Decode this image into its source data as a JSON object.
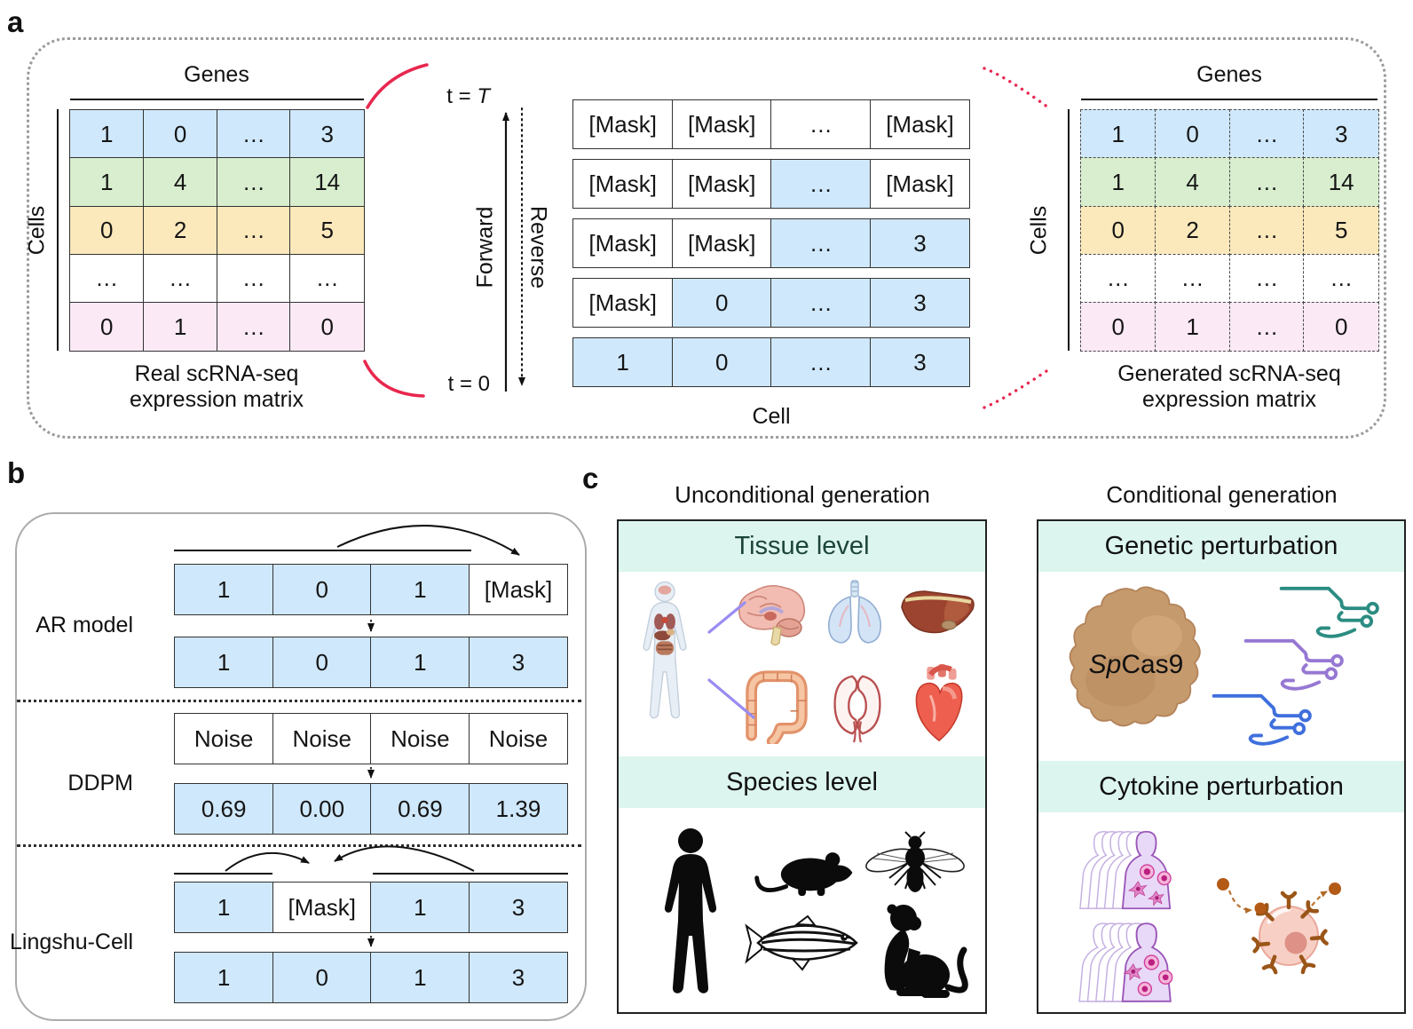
{
  "figure": {
    "panel_a": {
      "label": "a",
      "real_matrix": {
        "col_header": "Genes",
        "row_header": "Cells",
        "caption_line1": "Real scRNA-seq",
        "caption_line2": "expression matrix",
        "rows": [
          [
            {
              "t": "1",
              "c": "blue"
            },
            {
              "t": "0",
              "c": "blue"
            },
            {
              "t": "…",
              "c": "blue"
            },
            {
              "t": "3",
              "c": "blue"
            }
          ],
          [
            {
              "t": "1",
              "c": "green"
            },
            {
              "t": "4",
              "c": "green"
            },
            {
              "t": "…",
              "c": "green"
            },
            {
              "t": "14",
              "c": "green"
            }
          ],
          [
            {
              "t": "0",
              "c": "yellow"
            },
            {
              "t": "2",
              "c": "yellow"
            },
            {
              "t": "…",
              "c": "yellow"
            },
            {
              "t": "5",
              "c": "yellow"
            }
          ],
          [
            {
              "t": "…",
              "c": "white"
            },
            {
              "t": "…",
              "c": "white"
            },
            {
              "t": "…",
              "c": "white"
            },
            {
              "t": "…",
              "c": "white"
            }
          ],
          [
            {
              "t": "0",
              "c": "pink"
            },
            {
              "t": "1",
              "c": "pink"
            },
            {
              "t": "…",
              "c": "pink"
            },
            {
              "t": "0",
              "c": "pink"
            }
          ]
        ]
      },
      "diffusion": {
        "t_top_prefix": "t = ",
        "t_top_var": "T",
        "t_bottom": "t = 0",
        "forward_label": "Forward",
        "reverse_label": "Reverse",
        "caption": "Cell",
        "strips": [
          [
            {
              "t": "[Mask]",
              "c": "white"
            },
            {
              "t": "[Mask]",
              "c": "white"
            },
            {
              "t": "…",
              "c": "white"
            },
            {
              "t": "[Mask]",
              "c": "white"
            }
          ],
          [
            {
              "t": "[Mask]",
              "c": "white"
            },
            {
              "t": "[Mask]",
              "c": "white"
            },
            {
              "t": "…",
              "c": "blue"
            },
            {
              "t": "[Mask]",
              "c": "white"
            }
          ],
          [
            {
              "t": "[Mask]",
              "c": "white"
            },
            {
              "t": "[Mask]",
              "c": "white"
            },
            {
              "t": "…",
              "c": "blue"
            },
            {
              "t": "3",
              "c": "blue"
            }
          ],
          [
            {
              "t": "[Mask]",
              "c": "white"
            },
            {
              "t": "0",
              "c": "blue"
            },
            {
              "t": "…",
              "c": "blue"
            },
            {
              "t": "3",
              "c": "blue"
            }
          ],
          [
            {
              "t": "1",
              "c": "blue"
            },
            {
              "t": "0",
              "c": "blue"
            },
            {
              "t": "…",
              "c": "blue"
            },
            {
              "t": "3",
              "c": "blue"
            }
          ]
        ]
      },
      "generated_matrix": {
        "col_header": "Genes",
        "row_header": "Cells",
        "caption_line1": "Generated scRNA-seq",
        "caption_line2": "expression matrix",
        "rows": [
          [
            {
              "t": "1",
              "c": "blue"
            },
            {
              "t": "0",
              "c": "blue"
            },
            {
              "t": "…",
              "c": "blue"
            },
            {
              "t": "3",
              "c": "blue"
            }
          ],
          [
            {
              "t": "1",
              "c": "green"
            },
            {
              "t": "4",
              "c": "green"
            },
            {
              "t": "…",
              "c": "green"
            },
            {
              "t": "14",
              "c": "green"
            }
          ],
          [
            {
              "t": "0",
              "c": "yellow"
            },
            {
              "t": "2",
              "c": "yellow"
            },
            {
              "t": "…",
              "c": "yellow"
            },
            {
              "t": "5",
              "c": "yellow"
            }
          ],
          [
            {
              "t": "…",
              "c": "white"
            },
            {
              "t": "…",
              "c": "white"
            },
            {
              "t": "…",
              "c": "white"
            },
            {
              "t": "…",
              "c": "white"
            }
          ],
          [
            {
              "t": "0",
              "c": "pink"
            },
            {
              "t": "1",
              "c": "pink"
            },
            {
              "t": "…",
              "c": "pink"
            },
            {
              "t": "0",
              "c": "pink"
            }
          ]
        ]
      }
    },
    "panel_b": {
      "label": "b",
      "sections": [
        {
          "name": "AR model",
          "top": [
            [
              {
                "t": "1",
                "c": "blue"
              },
              {
                "t": "0",
                "c": "blue"
              },
              {
                "t": "1",
                "c": "blue"
              },
              {
                "t": "[Mask]",
                "c": "white"
              }
            ]
          ],
          "bottom": [
            [
              {
                "t": "1",
                "c": "blue"
              },
              {
                "t": "0",
                "c": "blue"
              },
              {
                "t": "1",
                "c": "blue"
              },
              {
                "t": "3",
                "c": "blue"
              }
            ]
          ]
        },
        {
          "name": "DDPM",
          "top": [
            [
              {
                "t": "Noise",
                "c": "white"
              },
              {
                "t": "Noise",
                "c": "white"
              },
              {
                "t": "Noise",
                "c": "white"
              },
              {
                "t": "Noise",
                "c": "white"
              }
            ]
          ],
          "bottom": [
            [
              {
                "t": "0.69",
                "c": "blue"
              },
              {
                "t": "0.00",
                "c": "blue"
              },
              {
                "t": "0.69",
                "c": "blue"
              },
              {
                "t": "1.39",
                "c": "blue"
              }
            ]
          ]
        },
        {
          "name": "Lingshu-Cell",
          "top": [
            [
              {
                "t": "1",
                "c": "blue"
              },
              {
                "t": "[Mask]",
                "c": "white"
              },
              {
                "t": "1",
                "c": "blue"
              },
              {
                "t": "3",
                "c": "blue"
              }
            ]
          ],
          "bottom": [
            [
              {
                "t": "1",
                "c": "blue"
              },
              {
                "t": "0",
                "c": "blue"
              },
              {
                "t": "1",
                "c": "blue"
              },
              {
                "t": "3",
                "c": "blue"
              }
            ]
          ]
        }
      ]
    },
    "panel_c": {
      "label": "c",
      "unconditional": {
        "title": "Unconditional generation",
        "tissue_header": "Tissue level",
        "species_header": "Species level",
        "tissue_icons": [
          "human-body",
          "brain",
          "lungs",
          "liver",
          "large-intestine",
          "kidneys",
          "heart"
        ],
        "species_icons": [
          "human",
          "mouse",
          "fruit-fly",
          "zebrafish",
          "monkey"
        ]
      },
      "conditional": {
        "title": "Conditional generation",
        "genetic_header": "Genetic perturbation",
        "cas9_label_italic": "Sp",
        "cas9_label_rest": "Cas9",
        "cytokine_header": "Cytokine perturbation",
        "genetic_icons": [
          "spcas9-protein",
          "sgrna-teal",
          "sgrna-purple",
          "sgrna-blue"
        ],
        "cytokine_icons": [
          "immune-cell-population-female",
          "immune-cell-population-male",
          "cell-with-cytokine-receptors"
        ]
      }
    },
    "colors": {
      "cell_blue": "#cfe8fb",
      "row_green": "#d8eecf",
      "row_yellow": "#fce9bb",
      "row_pink": "#fbe9f6",
      "band_mint": "#dcf5ee",
      "tissue_header_text": "#1c443a",
      "accent_red": "#e8274e",
      "connector_purple": "#998cf2",
      "cas9_brown": "#c59a6d",
      "sgrna_teal": "#2b8c82",
      "sgrna_purple": "#9678d3",
      "sgrna_blue": "#3f6fdd",
      "bust_lavender": "#e5d2f2",
      "cell_pink": "#f8cfc5"
    }
  }
}
